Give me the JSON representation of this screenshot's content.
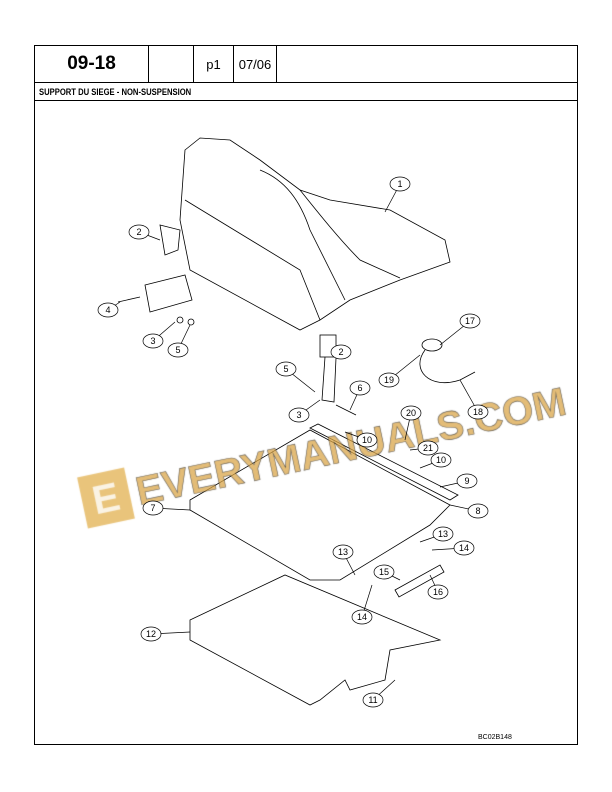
{
  "header": {
    "section": "09-18",
    "blank": "",
    "page": "p1",
    "date": "07/06"
  },
  "title": "SUPPORT DU SIEGE - NON-SUSPENSION",
  "figure_code": "BC02B148",
  "watermark": "EVERYMANUALS.COM",
  "callouts": [
    "1",
    "2",
    "4",
    "3",
    "5",
    "17",
    "2",
    "19",
    "5",
    "6",
    "3",
    "18",
    "20",
    "10",
    "21",
    "10",
    "9",
    "7",
    "8",
    "13",
    "14",
    "13",
    "15",
    "16",
    "14",
    "12",
    "11"
  ]
}
